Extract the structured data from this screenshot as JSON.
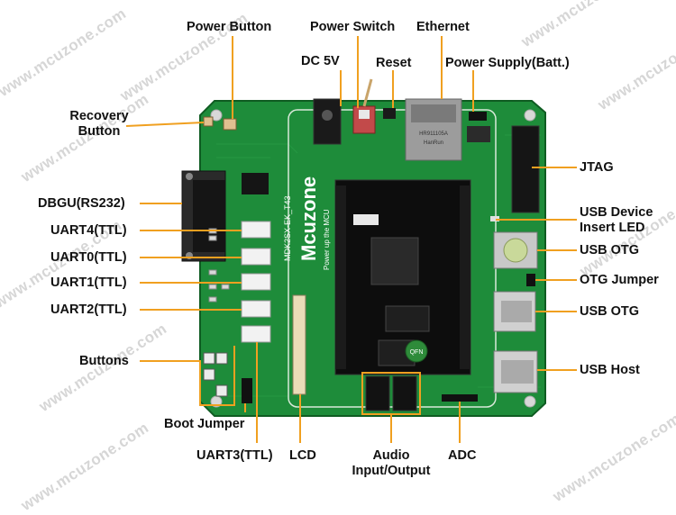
{
  "watermark": "www.mcuzone.com",
  "board": {
    "brand": "Mcuzone",
    "slogan": "Power up the MCU",
    "model": "MDK2SX-EK_T43",
    "jack_marking": "HR911105A",
    "jack_brand": "HanRun",
    "audio_chip": "QFN"
  },
  "labels": {
    "power_button": "Power Button",
    "power_switch": "Power Switch",
    "ethernet": "Ethernet",
    "dc_5v": "DC 5V",
    "reset": "Reset",
    "power_supply": "Power Supply(Batt.)",
    "recovery_button_1": "Recovery",
    "recovery_button_2": "Button",
    "jtag": "JTAG",
    "dbgu": "DBGU(RS232)",
    "usb_device_led_1": "USB Device",
    "usb_device_led_2": "Insert LED",
    "uart4": "UART4(TTL)",
    "usb_otg_1": "USB OTG",
    "uart0": "UART0(TTL)",
    "uart1": "UART1(TTL)",
    "otg_jumper": "OTG Jumper",
    "uart2": "UART2(TTL)",
    "usb_otg_2": "USB OTG",
    "buttons": "Buttons",
    "usb_host": "USB Host",
    "boot_jumper": "Boot Jumper",
    "uart3": "UART3(TTL)",
    "lcd": "LCD",
    "audio_1": "Audio",
    "audio_2": "Input/Output",
    "adc": "ADC"
  },
  "colors": {
    "pcb": "#1e8c3a",
    "pcb_dark": "#146b2a",
    "leader": "#f0a020",
    "label": "#111111"
  }
}
